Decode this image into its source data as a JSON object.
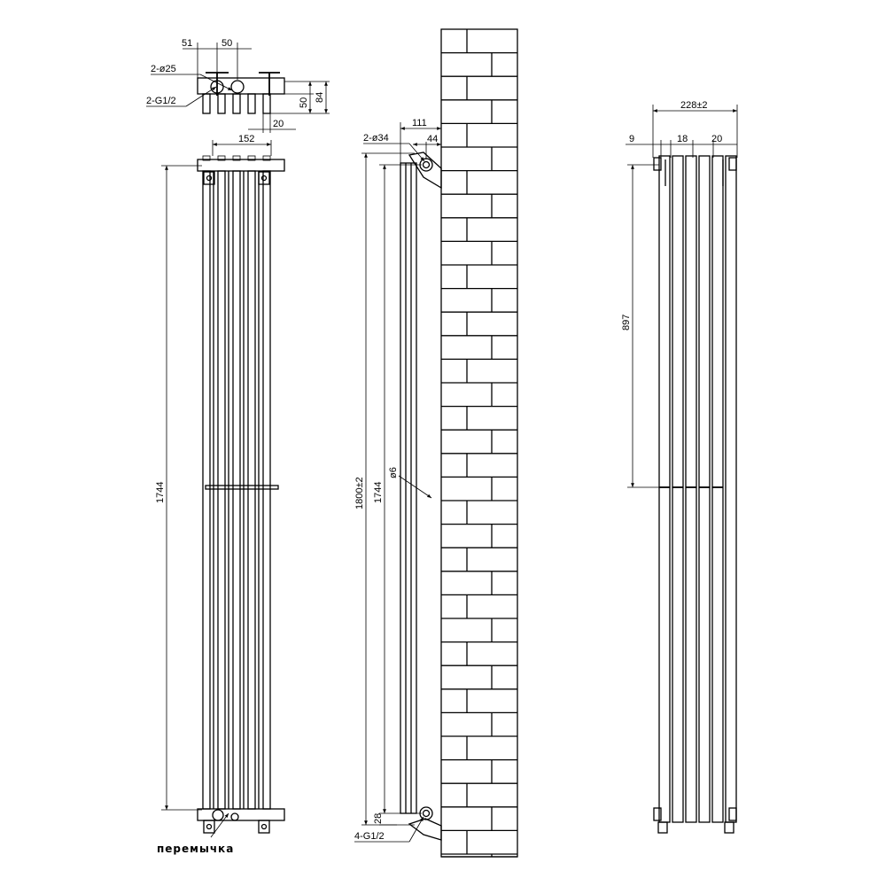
{
  "top_view": {
    "dim_width_a": "51",
    "dim_width_b": "50",
    "dim_pipe_dia": "2-ø25",
    "dim_thread": "2-G1/2",
    "dim_height_a": "50",
    "dim_height_b": "84",
    "dim_offset": "20"
  },
  "front_view": {
    "dim_width": "152",
    "dim_height": "1744",
    "jumper_label": "перемычка"
  },
  "side_view": {
    "dim_depth": "111",
    "dim_wall": "44",
    "dim_pipe_dia": "2-ø34",
    "dim_total_height": "1800±2",
    "dim_height": "1744",
    "dim_tube_dia": "ø6",
    "dim_bottom": "28",
    "dim_thread": "4-G1/2"
  },
  "right_view": {
    "dim_total_width": "228±2",
    "dim_edge": "9",
    "dim_gap": "18",
    "dim_tube": "20",
    "dim_mid_height": "897"
  }
}
